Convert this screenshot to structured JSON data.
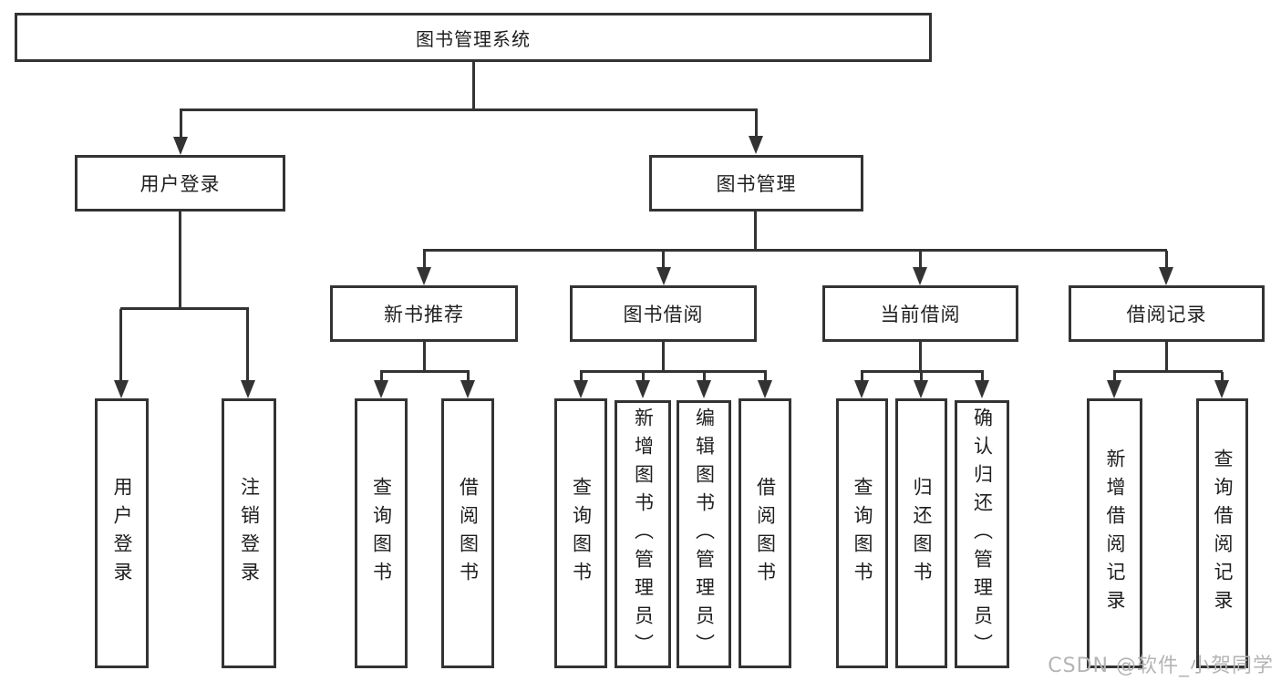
{
  "tree": {
    "root": {
      "label": "图书管理系统",
      "children": [
        {
          "label": "用户登录",
          "children": [
            {
              "label": "用户登录"
            },
            {
              "label": "注销登录"
            }
          ]
        },
        {
          "label": "图书管理",
          "children": [
            {
              "label": "新书推荐",
              "children": [
                {
                  "label": "查询图书"
                },
                {
                  "label": "借阅图书"
                }
              ]
            },
            {
              "label": "图书借阅",
              "children": [
                {
                  "label": "查询图书"
                },
                {
                  "label": "新增图书（管理员）"
                },
                {
                  "label": "编辑图书（管理员）"
                },
                {
                  "label": "借阅图书"
                }
              ]
            },
            {
              "label": "当前借阅",
              "children": [
                {
                  "label": "查询图书"
                },
                {
                  "label": "归还图书"
                },
                {
                  "label": "确认归还（管理员）"
                }
              ]
            },
            {
              "label": "借阅记录",
              "children": [
                {
                  "label": "新增借阅记录"
                },
                {
                  "label": "查询借阅记录"
                }
              ]
            }
          ]
        }
      ]
    }
  },
  "watermark": "CSDN @软件_小贺同学",
  "colors": {
    "line": "#333333",
    "text": "#1f1f1f",
    "watermark": "#b4b4b4",
    "background": "#ffffff"
  }
}
